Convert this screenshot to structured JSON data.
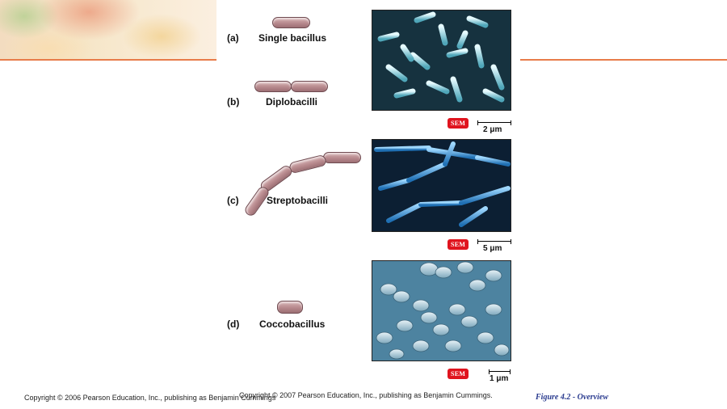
{
  "panels": [
    {
      "letter": "(a)",
      "name": "Single bacillus"
    },
    {
      "letter": "(b)",
      "name": "Diplobacilli"
    },
    {
      "letter": "(c)",
      "name": "Streptobacilli"
    },
    {
      "letter": "(d)",
      "name": "Coccobacillus"
    }
  ],
  "micrographs": [
    {
      "badge": "SEM",
      "scale": "2 μm"
    },
    {
      "badge": "SEM",
      "scale": "5 μm"
    },
    {
      "badge": "SEM",
      "scale": "1 μm"
    }
  ],
  "footer": {
    "copyright_left": "Copyright © 2006 Pearson Education, Inc., publishing as Benjamin Cummings",
    "copyright_center": "Copyright © 2007 Pearson Education, Inc., publishing as Benjamin Cummings.",
    "figure_caption": "Figure 4.2 - Overview"
  },
  "colors": {
    "accent_rule": "#e87c4a",
    "sem_badge": "#e0141e",
    "caption": "#2a3b8f"
  }
}
